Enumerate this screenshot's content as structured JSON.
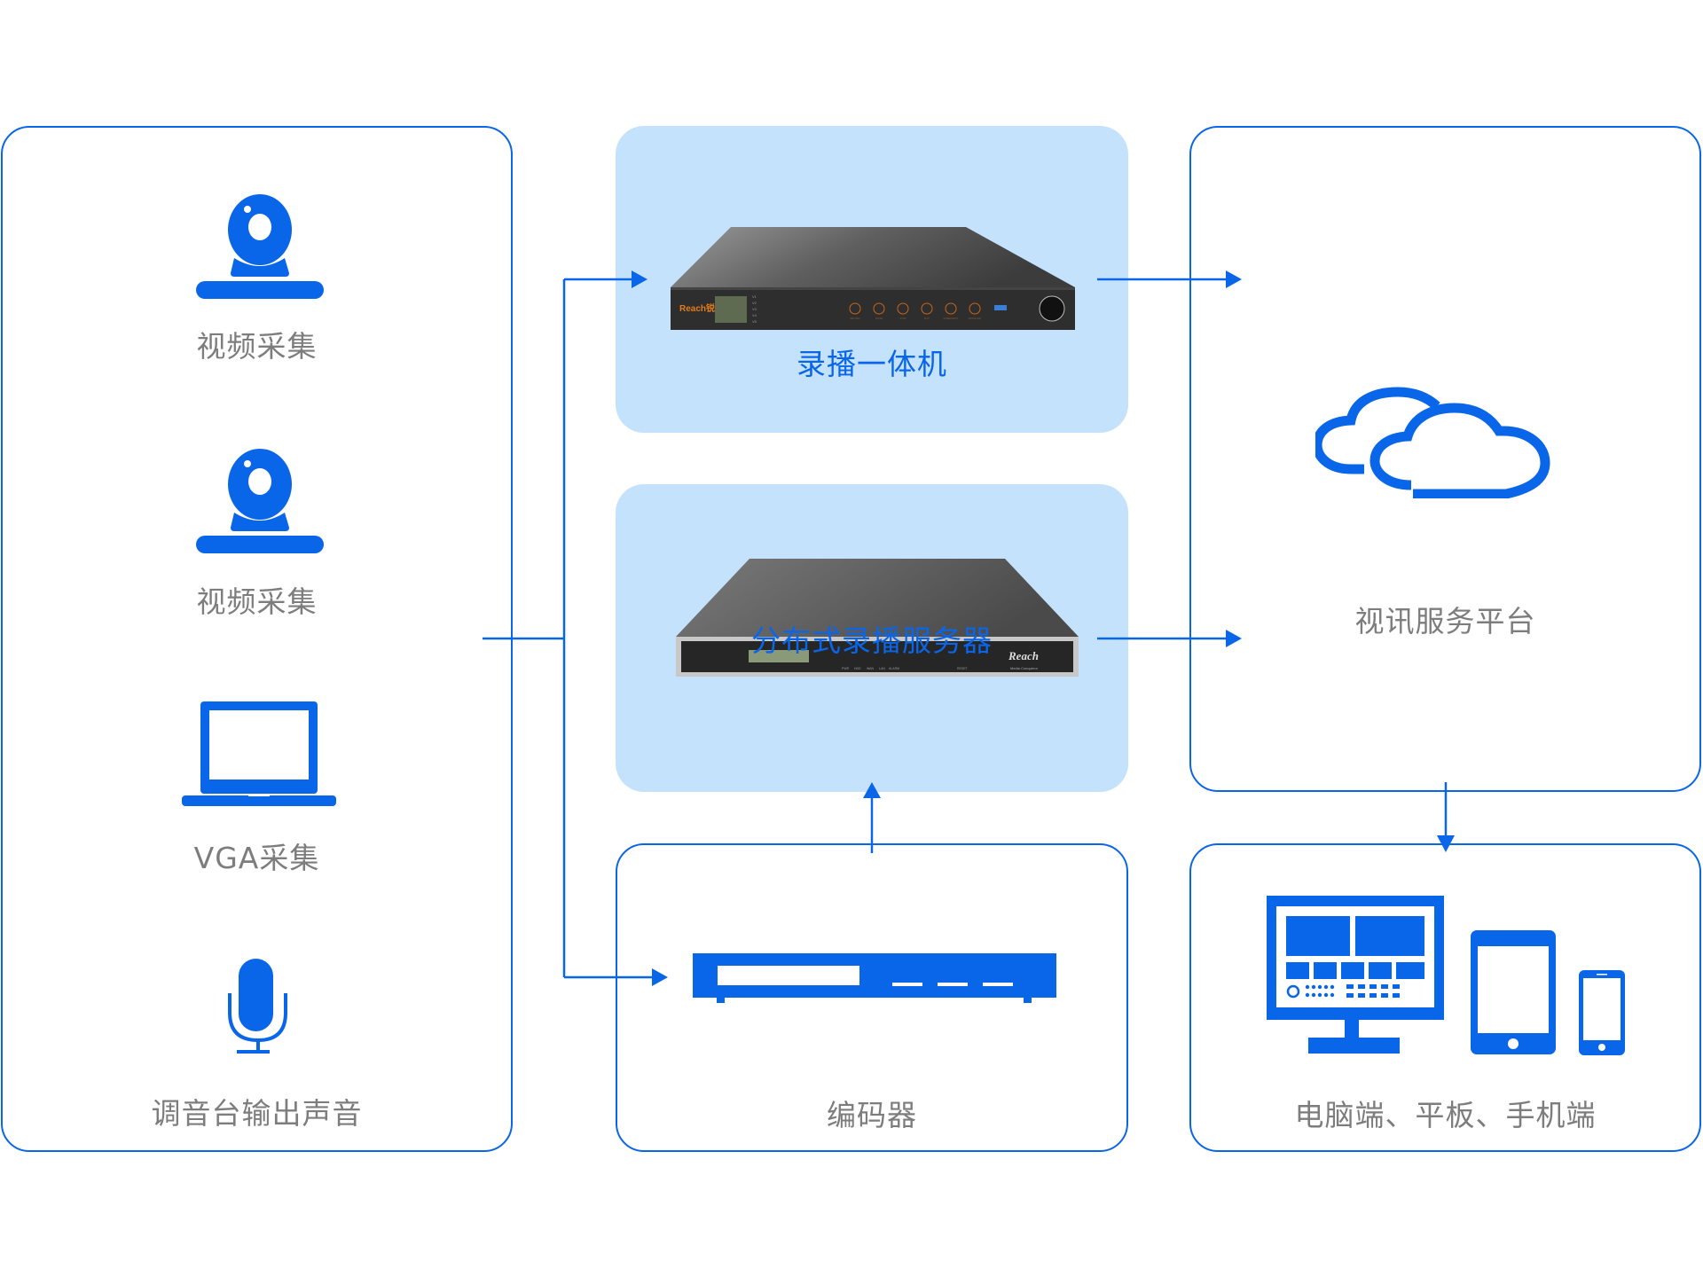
{
  "colors": {
    "accent": "#0a66e8",
    "panel_fill": "#c5e2fd",
    "label_grey": "#7d7d7d",
    "device_body": "#3a3a3a",
    "device_accent": "#e07b1a"
  },
  "sources": {
    "items": [
      {
        "label": "视频采集",
        "icon": "webcam-icon"
      },
      {
        "label": "视频采集",
        "icon": "webcam-icon"
      },
      {
        "label": "VGA采集",
        "icon": "laptop-icon"
      },
      {
        "label": "调音台输出声音",
        "icon": "microphone-icon"
      }
    ]
  },
  "recorder": {
    "label": "录播一体机",
    "brand": "Reach锐取",
    "leds": [
      "V1",
      "V2",
      "V3",
      "V4",
      "V5"
    ],
    "buttons": [
      "RECORD",
      "PAUSE",
      "STOP",
      "PLAY",
      "SCREENSHOT",
      "DOWNLOAD"
    ]
  },
  "server": {
    "label": "分布式录播服务器",
    "brand": "Reach",
    "tagline": "Media Conqueror",
    "leds": [
      "PWR",
      "HDD",
      "WAN",
      "LAN",
      "ALARM"
    ],
    "reset": "RESET"
  },
  "encoder": {
    "label": "编码器",
    "icon": "encoder-device-icon"
  },
  "platform": {
    "label": "视讯服务平台",
    "icon": "cloud-icon"
  },
  "clients": {
    "label": "电脑端、平板、手机端",
    "icons": [
      "monitor-icon",
      "tablet-icon",
      "phone-icon"
    ]
  }
}
